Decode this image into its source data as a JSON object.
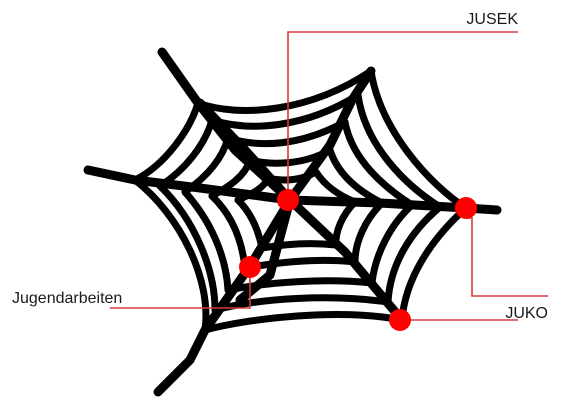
{
  "labels": {
    "jusek": "JUSEK",
    "juko": "JUKO",
    "jugendarbeiten": "Jugendarbeiten"
  },
  "colors": {
    "web": "#000000",
    "marker": "#ff0000",
    "leader": "#d63a3a"
  }
}
